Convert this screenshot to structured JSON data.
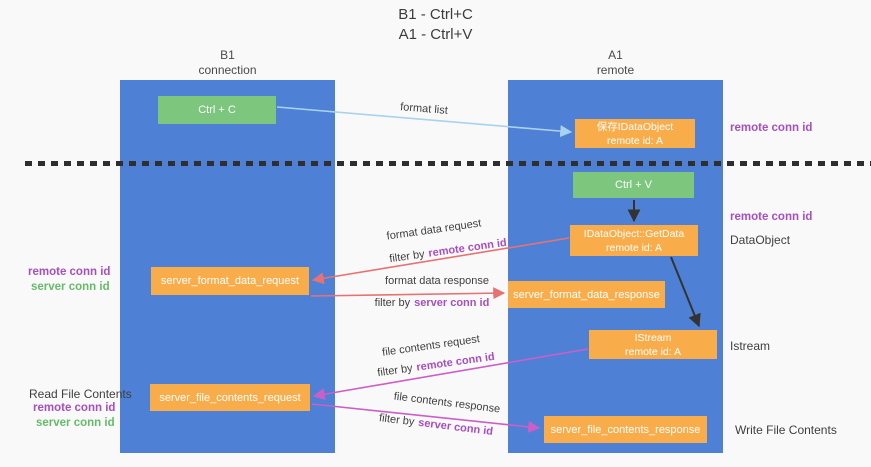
{
  "title": {
    "line1": "B1 - Ctrl+C",
    "line2": "A1 - Ctrl+V"
  },
  "lanes": {
    "left": {
      "name": "B1",
      "subtitle": "connection"
    },
    "right": {
      "name": "A1",
      "subtitle": "remote"
    }
  },
  "nodes": {
    "ctrl_c": {
      "label": "Ctrl + C"
    },
    "ctrl_v": {
      "label": "Ctrl + V"
    },
    "stored_idataobject": {
      "line1": "保存IDataObject",
      "line2": "remote id: A"
    },
    "idataobject_getdata": {
      "line1": "IDataObject::GetData",
      "line2": "remote id: A"
    },
    "istream": {
      "line1": "IStream",
      "line2": "remote id: A"
    },
    "server_format_data_request": {
      "label": "server_format_data_request"
    },
    "server_format_data_response": {
      "label": "server_format_data_response"
    },
    "server_file_contents_request": {
      "label": "server_file_contents_request"
    },
    "server_file_contents_response": {
      "label": "server_file_contents_response"
    }
  },
  "arrow_labels": {
    "format_list": "format list",
    "format_data_request": "format data request",
    "format_data_response": "format data response",
    "file_contents_request": "file contents request",
    "file_contents_response": "file contents response",
    "filter_by": "filter by",
    "remote_conn_id": "remote conn id",
    "server_conn_id": "server conn id"
  },
  "side_labels": {
    "right_remote_conn_id_1": "remote conn id",
    "right_remote_conn_id_2": "remote conn id",
    "dataobject": "DataObject",
    "istream": "Istream",
    "write_file_contents": "Write File Contents",
    "read_file_contents": "Read File Contents",
    "left_remote_conn_id_1": "remote conn id",
    "left_server_conn_id_1": "server conn id",
    "left_remote_conn_id_2": "remote conn id",
    "left_server_conn_id_2": "server conn id"
  },
  "colors": {
    "lane_blue": "#4e80d6",
    "node_orange": "#f9ad4a",
    "node_green": "#7dc67e",
    "arrow_light_blue": "#a8d2ee",
    "arrow_red": "#e57373",
    "arrow_magenta": "#cc5fc7",
    "arrow_black": "#333333",
    "text_purple": "#a64fbf",
    "text_green": "#66bb6a",
    "text_dark": "#3f3f3f"
  }
}
